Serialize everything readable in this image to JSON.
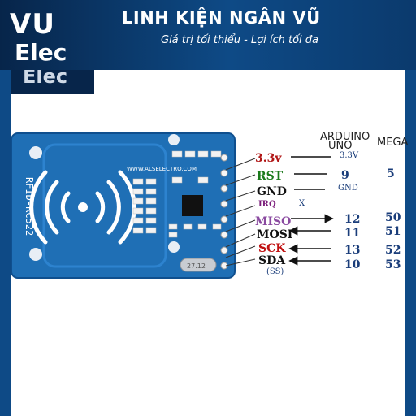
{
  "brand": {
    "logo_line1": "VU",
    "logo_line2": "Elec",
    "title": "LINH KIỆN NGÂN VŨ",
    "tagline": "Giá trị tối thiểu - Lợi ích tối đa",
    "watermark": "Elec"
  },
  "board": {
    "name": "RFID-RC522",
    "site": "WWW.ALSELECTRO.COM",
    "crystal": "27.12"
  },
  "columns": {
    "arduino": "ARDUINO",
    "uno": "UNO",
    "mega": "MEGA"
  },
  "pins": [
    {
      "name": "3.3v",
      "color": "#b01515",
      "uno": "3.3V",
      "mega": ""
    },
    {
      "name": "RST",
      "color": "#1b7a1b",
      "uno": "9",
      "mega": "5"
    },
    {
      "name": "GND",
      "color": "#111111",
      "uno": "GND",
      "mega": ""
    },
    {
      "name": "IRQ",
      "color": "#7a1c7a",
      "uno": "X",
      "mega": ""
    },
    {
      "name": "MISO",
      "color": "#8a4aa0",
      "uno": "12",
      "mega": "50"
    },
    {
      "name": "MOSI",
      "color": "#111111",
      "uno": "11",
      "mega": "51"
    },
    {
      "name": "SCK",
      "color": "#c01010",
      "uno": "13",
      "mega": "52"
    },
    {
      "name": "SDA",
      "color": "#111111",
      "uno": "10",
      "mega": "53"
    }
  ],
  "ss_note": "(SS)",
  "colors": {
    "banner": "#0e4a86",
    "pcb": "#1f6fb5",
    "number": "#1a3d7a"
  }
}
